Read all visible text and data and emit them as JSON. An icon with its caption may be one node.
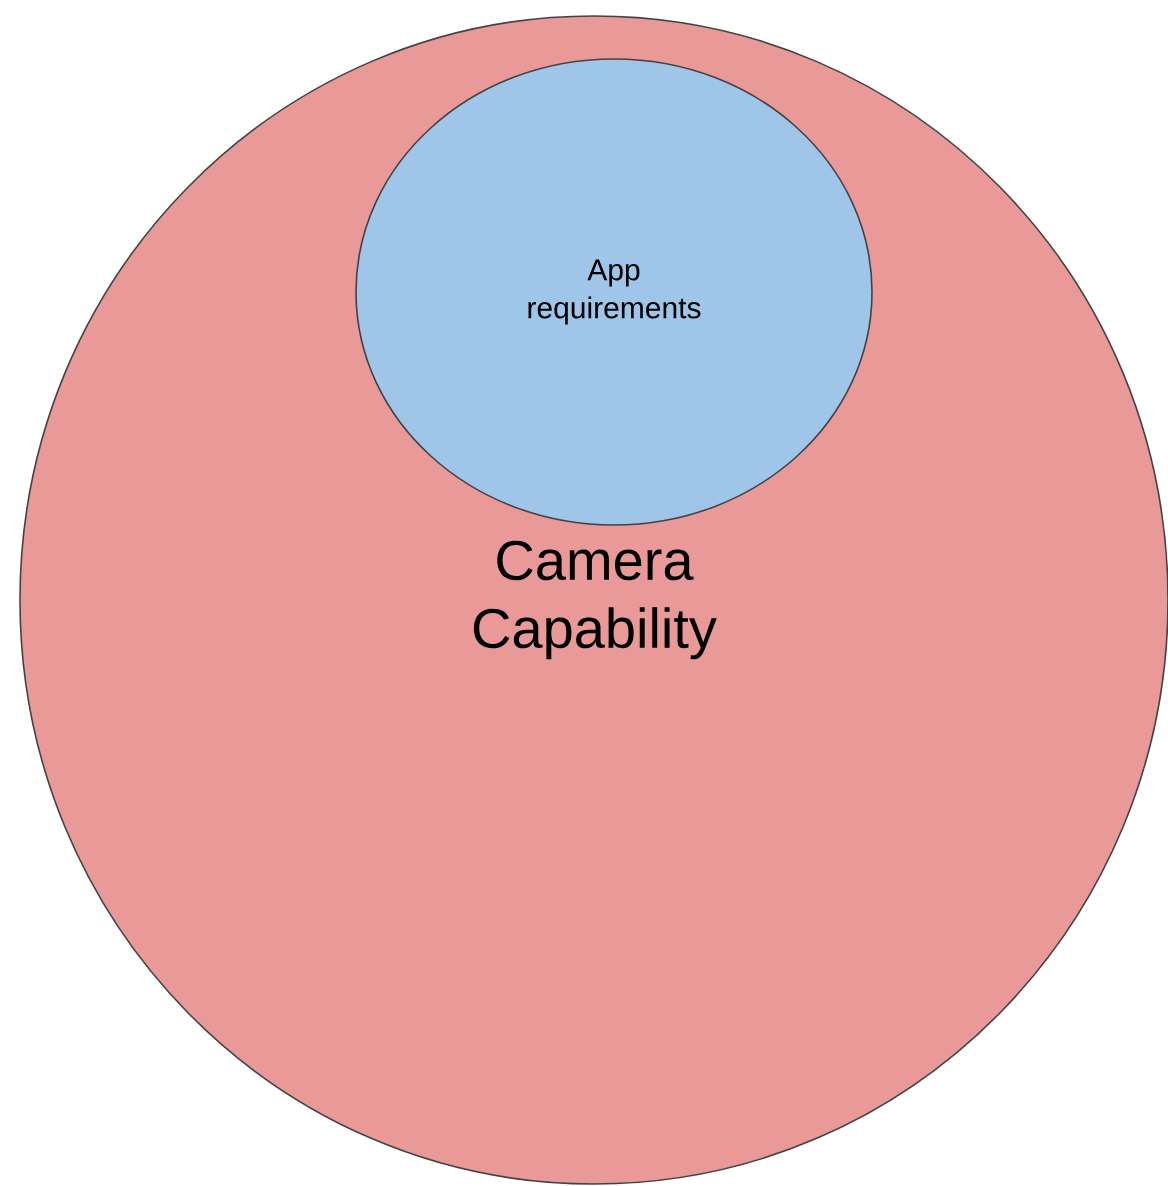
{
  "diagram": {
    "nodes": [
      {
        "text": [
          "Camera Capability"
        ]
      },
      {
        "text": [
          "App requirements"
        ],
        "in": 0
      }
    ]
  }
}
